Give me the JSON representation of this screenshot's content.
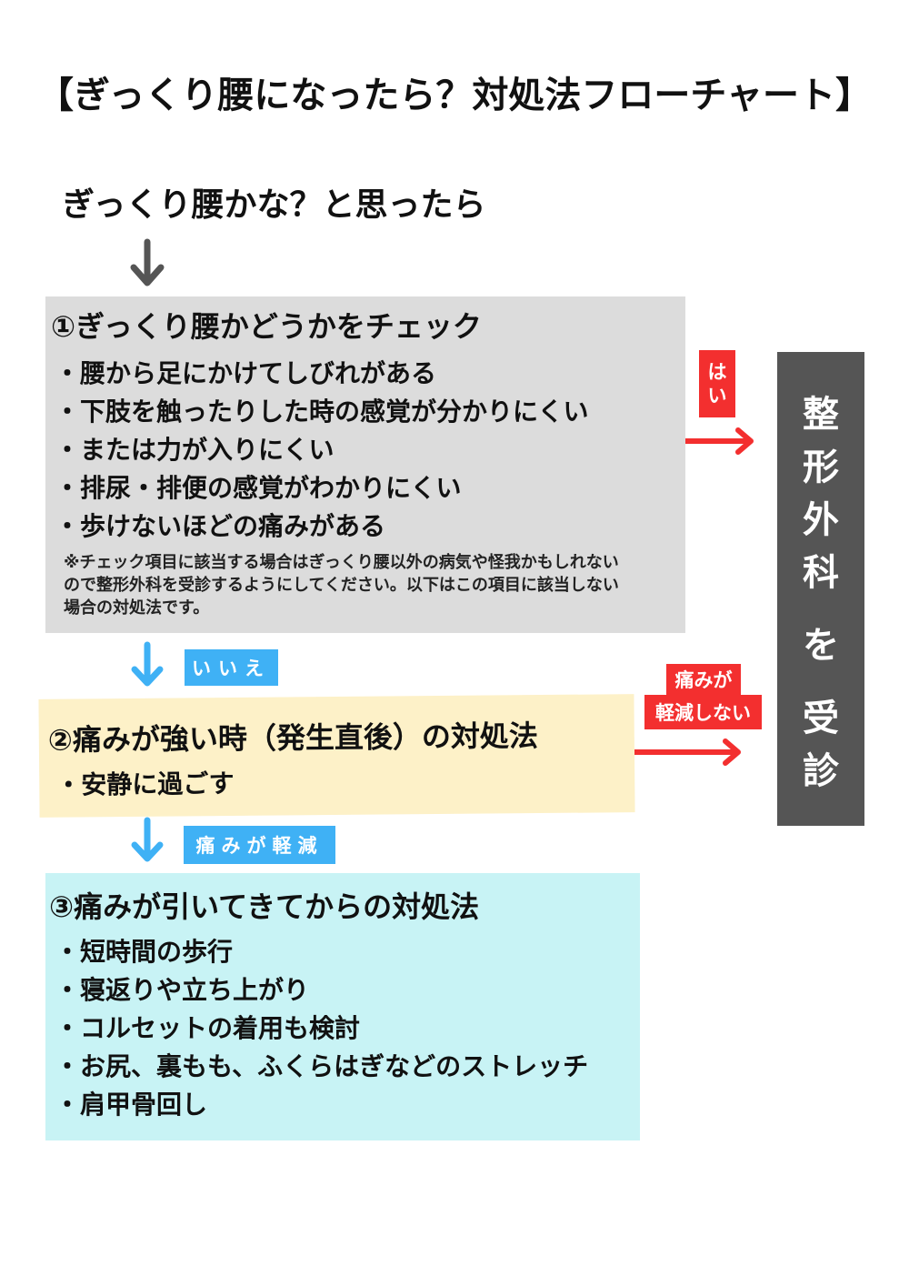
{
  "title": "【ぎっくり腰になったら？対処法フローチャート】",
  "start": "ぎっくり腰かな？と思ったら",
  "step1": {
    "heading": "①ぎっくり腰かどうかをチェック",
    "items": [
      "・腰から足にかけてしびれがある",
      "・下肢を触ったりした時の感覚が分かりにくい",
      "・または力が入りにくい",
      "・排尿・排便の感覚がわかりにくい",
      "・歩けないほどの痛みがある"
    ],
    "note_lines": [
      "※チェック項目に該当する場合はぎっくり腰以外の病気や怪我かもしれない",
      "ので整形外科を受診するようにしてください。以下はこの項目に該当しない",
      "場合の対処法です。"
    ]
  },
  "step2": {
    "heading": "②痛みが強い時（発生直後）の対処法",
    "items": [
      "・安静に過ごす"
    ]
  },
  "step3": {
    "heading": "③痛みが引いてきてからの対処法",
    "items": [
      "・短時間の歩行",
      "・寝返りや立ち上がり",
      "・コルセットの着用も検討",
      "・お尻、裏もも、ふくらはぎなどのストレッチ",
      "・肩甲骨回し"
    ]
  },
  "labels": {
    "yes": [
      "は",
      "い"
    ],
    "no": "いいえ",
    "pain_reduced": "痛みが軽減",
    "pain_not_reduced": [
      "痛みが",
      "軽減しない"
    ]
  },
  "clinic": {
    "chars": [
      "整",
      "形",
      "外",
      "科",
      "を",
      "受",
      "診"
    ]
  },
  "colors": {
    "gray_box": "#dcdcdc",
    "yellow_box": "#fdf1c8",
    "cyan_box": "#c8f3f5",
    "blue_tag": "#3fb1f5",
    "red_tag": "#f32f2f",
    "clinic_bg": "#555555",
    "start_arrow": "#555555"
  }
}
